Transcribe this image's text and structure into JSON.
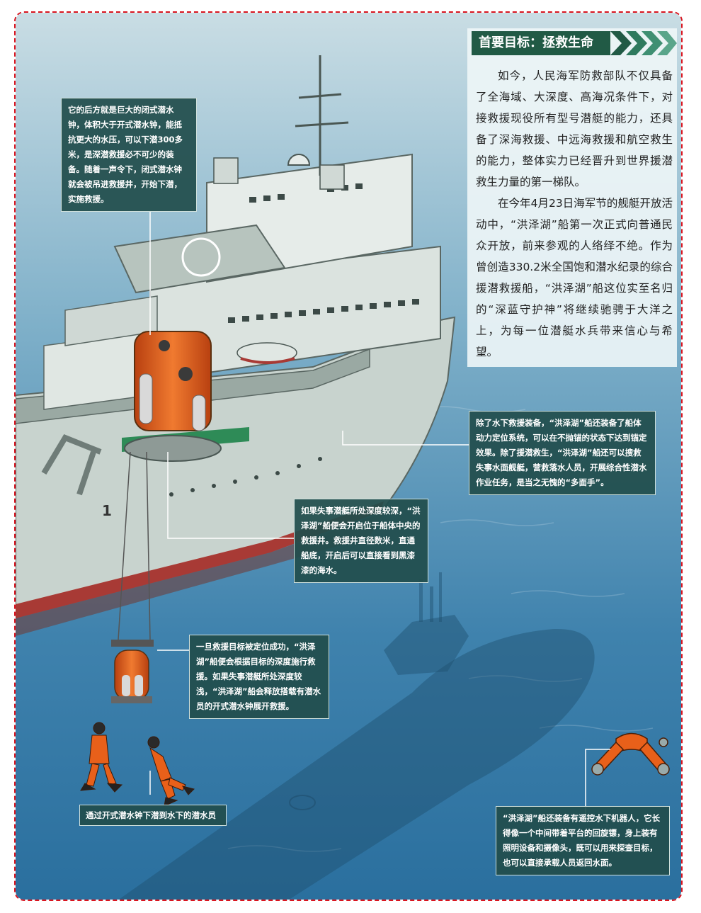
{
  "article": {
    "title": "首要目标：拯救生命",
    "paragraphs": [
      "如今，人民海军防救部队不仅具备了全海域、大深度、高海况条件下，对接救援现役所有型号潜艇的能力，还具备了深海救援、中远海救援和航空救生的能力，整体实力已经晋升到世界援潜救生力量的第一梯队。",
      "在今年4月23日海军节的舰艇开放活动中，“洪泽湖”船第一次正式向普通民众开放，前来参观的人络绎不绝。作为曾创造330.2米全国饱和潜水纪录的综合援潜救援船，“洪泽湖”船这位实至名归的“深蓝守护神”将继续驰骋于大洋之上，为每一位潜艇水兵带来信心与希望。"
    ]
  },
  "callouts": {
    "closed_bell": "它的后方就是巨大的闭式潜水钟，体积大于开式潜水钟，能抵抗更大的水压，可以下潜300多米，是深潜救援必不可少的装备。随着一声令下，闭式潜水钟就会被吊进救援井，开始下潜，实施救援。",
    "positioning": "除了水下救援装备，“洪泽湖”船还装备了船体动力定位系统，可以在不抛锚的状态下达到锚定效果。除了援潜救生，“洪泽湖”船还可以搜救失事水面舰艇，营救落水人员，开展综合性潜水作业任务，是当之无愧的“多面手”。",
    "moonpool": "如果失事潜艇所处深度较深，“洪泽湖”船便会开启位于船体中央的救援井。救援井直径数米，直通船底，开启后可以直接看到黑漆漆的海水。",
    "open_bell": "一旦救援目标被定位成功，“洪泽湖”船便会根据目标的深度施行救援。如果失事潜艇所处深度较浅，“洪泽湖”船会释放搭载有潜水员的开式潜水钟展开救援。",
    "divers": "通过开式潜水钟下潜到水下的潜水员",
    "rov": "“洪泽湖”船还装备有遥控水下机器人，它长得像一个中间带着平台的回旋镖，身上装有照明设备和摄像头，既可以用来探查目标，也可以直接承载人员返回水面。"
  },
  "colors": {
    "sea_top": "#c9dde4",
    "sea_bottom": "#2a6f9e",
    "ship_hull": "#c8d3ce",
    "hull_stripe": "#a83a35",
    "accent_orange": "#e8601a",
    "callout_bg": "#214e4c",
    "title_bg": "#215a45",
    "frame_border": "#d9141f"
  }
}
